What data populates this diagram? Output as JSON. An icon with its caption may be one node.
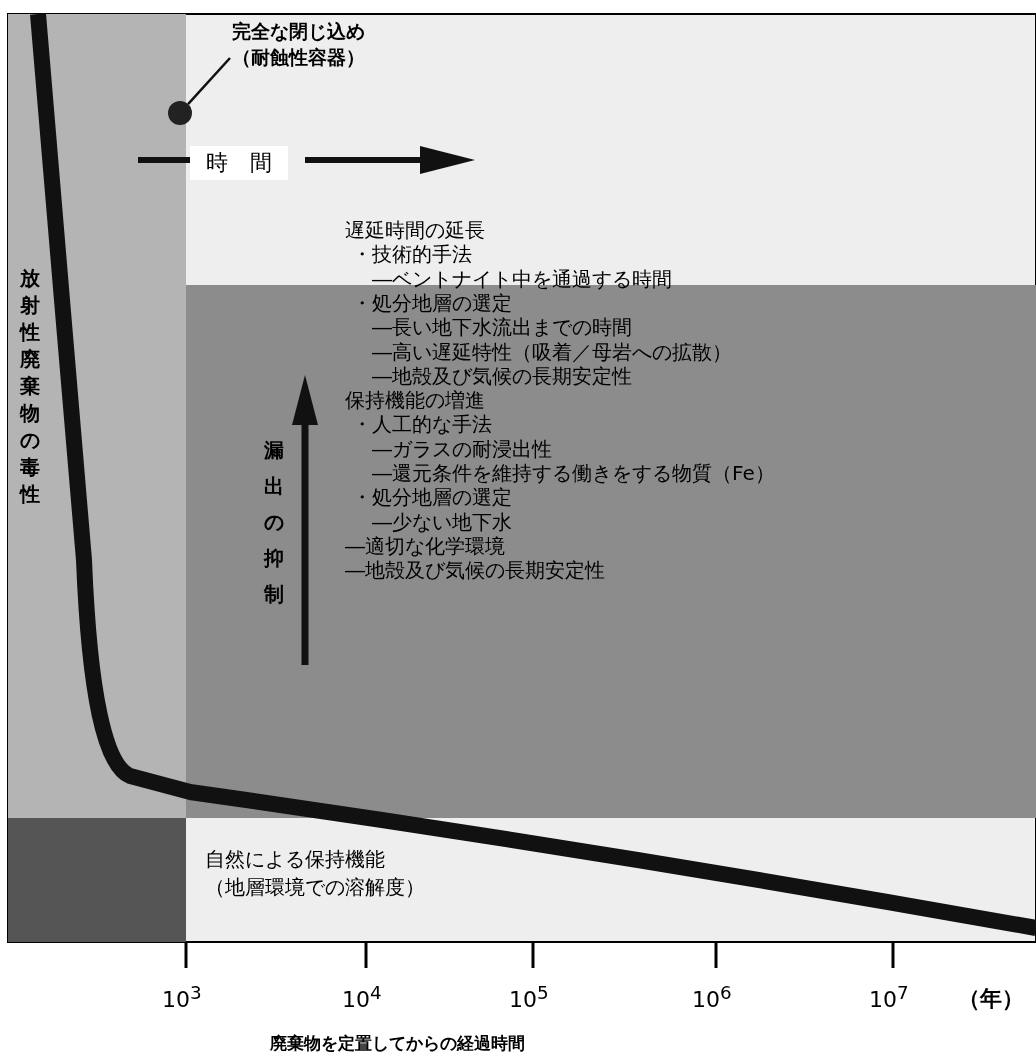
{
  "diagram": {
    "nodes": [
      {
        "text": [
          "完全な閉じ込め（耐蝕性容器）"
        ]
      },
      {
        "text": [],
        "shape": "circle"
      }
    ],
    "edges": [
      {
        "from": 0,
        "to": 1,
        "arrow": "none"
      }
    ],
    "labels": [
      "時　間",
      "遅延時間の延長",
      "・技術的手法",
      "―ベントナイト中を通過する時間",
      "・処分地層の選定",
      "―長い地下水流出までの時間",
      "―高い遅延特性（吸着／母岩への拡散）",
      "―地殻及び気候の長期安定性",
      "保持機能の増進",
      "・人工的な手法",
      "―ガラスの耐浸出性",
      "―還元条件を維持する働きをする物質（Fe）",
      "・処分地層の選定",
      "―少ない地下水",
      "―適切な化学環境",
      "―地殻及び気候の長期安定性",
      "放射性廃棄物の毒性",
      "漏出の抑制",
      "自然による保持機能（地層環境での溶解度）",
      "10$^{3}$",
      "10$^{4}$",
      "10$^{5}$",
      "10$^{6}$",
      "10$^{7}$",
      "（年）",
      "廃棄物を定置してからの経過時間"
    ]
  }
}
